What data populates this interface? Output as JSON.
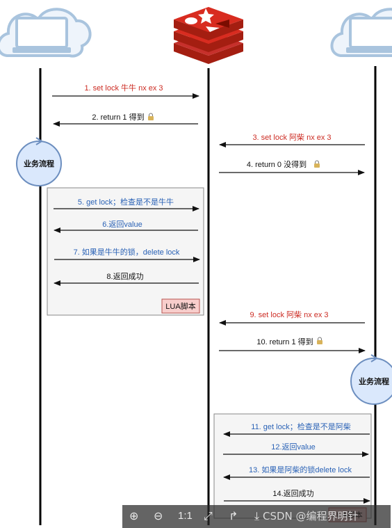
{
  "actors": {
    "process_label": "业务流程"
  },
  "messages": {
    "m1": "1. set lock 牛牛 nx ex 3",
    "m2": "2. return 1 得到",
    "m3": "3. set lock 阿柴 nx ex 3",
    "m4": "4. return 0 没得到",
    "m5": "5. get lock；检查是不是牛牛",
    "m6": "6.返回value",
    "m7": "7. 如果是牛牛的锁，delete lock",
    "m8": "8.返回成功",
    "m9": "9. set lock 阿柴 nx ex 3",
    "m10": "10. return 1 得到",
    "m11": "11. get lock；检查是不是阿柴",
    "m12": "12.返回value",
    "m13": "13. 如果是阿柴的锁delete lock",
    "m14": "14.返回成功"
  },
  "boxes": {
    "lua_label": "LUA脚本"
  },
  "toolbar": {
    "ratio_label": "1:1",
    "watermark": "CSDN @编程界明针"
  },
  "colors": {
    "red_text": "#cc2b22",
    "blue_text": "#2a62b6",
    "actor_fill": "#dae8fc",
    "actor_stroke": "#6c8ebf",
    "lua_tag_fill": "#f8cecc",
    "lua_tag_stroke": "#b85450",
    "redis_red": "#c6302b",
    "cloud_stroke": "#a9c4de"
  }
}
